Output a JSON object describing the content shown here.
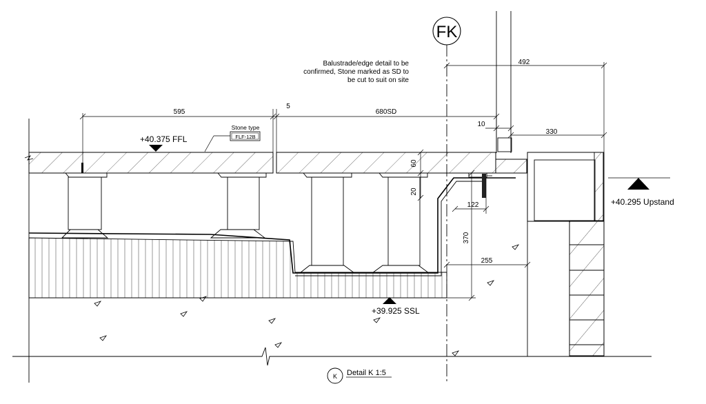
{
  "colors": {
    "ink": "#000000",
    "paper": "#ffffff",
    "slab_hatch": "#333333",
    "fill_hatch": "#555555"
  },
  "grid_marker": "FK",
  "notes": {
    "balustrade": [
      "Balustrade/edge detail to be",
      "confirmed, Stone marked as SD to",
      "be cut to suit on site"
    ]
  },
  "levels": {
    "ffl": "+40.375 FFL",
    "upstand": "+40.295 Upstand",
    "ssl": "+39.925 SSL"
  },
  "stone_tag": {
    "title": "Stone type",
    "code": "FLF-12B"
  },
  "dimensions": {
    "d492": "492",
    "d595": "595",
    "d5": "5",
    "d680": "680SD",
    "d10": "10",
    "d330": "330",
    "d60": "60",
    "d20": "20",
    "d122": "122",
    "d370": "370",
    "d255": "255"
  },
  "detail": {
    "marker": "K",
    "label": "Detail K 1:5"
  },
  "icons": {
    "level_marker": "triangle-level-icon",
    "grid_bubble": "grid-bubble-icon"
  }
}
